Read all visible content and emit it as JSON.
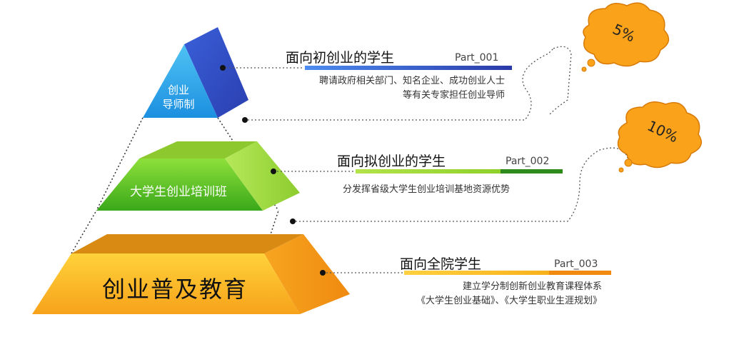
{
  "pyramid": {
    "top": {
      "label_line1": "创业",
      "label_line2": "导师制"
    },
    "middle": {
      "label": "大学生创业培训班"
    },
    "bottom": {
      "label": "创业普及教育"
    }
  },
  "sections": [
    {
      "title": "面向初创业的学生",
      "part": "Part_001",
      "desc_line1": "聘请政府相关部门、知名企业、成功创业人士",
      "desc_line2": "等有关专家担任创业导师",
      "bar_color": "#3b5fd4"
    },
    {
      "title": "面向拟创业的学生",
      "part": "Part_002",
      "desc_line1": "分发挥省级大学生创业培训基地资源优势",
      "bar_color": "#7cc61e"
    },
    {
      "title": "面向全院学生",
      "part": "Part_003",
      "desc_line1": "建立学分制创新创业教育课程体系",
      "desc_line2": "《大学生创业基础》、《大学生职业生涯规划》",
      "bar_color": "#f5a21a"
    }
  ],
  "bubbles": [
    {
      "value": "5%"
    },
    {
      "value": "10%"
    }
  ]
}
